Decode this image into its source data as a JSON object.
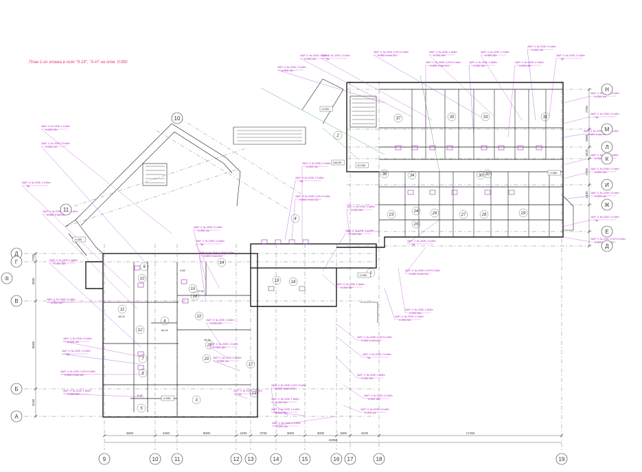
{
  "title": "План 1-го этажа в осях \"9-19\", \"А-Н\" на отм. 0.000",
  "colors": {
    "wall": "#1c1c1c",
    "annotation": "#b020c0",
    "leader": "#8a3fe0",
    "title": "#e0406a",
    "green": "#2e9e3a",
    "fixture": "#9a30b0",
    "dim": "#333333"
  },
  "bottom_axes": [
    "9",
    "10",
    "11",
    "12",
    "13",
    "14",
    "15",
    "16",
    "17",
    "18",
    "19"
  ],
  "bottom_dims": [
    "4800",
    "2400",
    "6000",
    "1200",
    "2700",
    "3000",
    "3000",
    "1800",
    "3100",
    "17150"
  ],
  "bottom_total": "43350",
  "left_axes": [
    "Д",
    "Г",
    "В",
    "Б",
    "А"
  ],
  "left_dims": [
    "2700",
    "4000",
    "8500",
    "3100"
  ],
  "right_axes": [
    "Н",
    "М",
    "Л",
    "К",
    "И",
    "Ж",
    "Е",
    "Д"
  ],
  "right_dims": [
    "2750",
    "2800",
    "3420",
    "2750",
    "1400"
  ],
  "room_numbers": [
    "1",
    "2",
    "3",
    "4",
    "5",
    "6",
    "7",
    "8",
    "9",
    "10",
    "11",
    "12",
    "13",
    "14",
    "15",
    "16",
    "17",
    "18",
    "19",
    "20",
    "21",
    "22",
    "23",
    "24",
    "25",
    "26",
    "27",
    "28",
    "29",
    "30",
    "31",
    "32",
    "33",
    "34",
    "35",
    "36",
    "37"
  ],
  "levels": [
    "-0.020",
    "-0.050",
    "±0.000",
    "248.09",
    "-0.050",
    "-0.050",
    "-0.050"
  ],
  "areas": [
    "22.51",
    "16.41",
    "64.41",
    "18.21",
    "6.42",
    "4.82"
  ],
  "ann_main": [
    "2ШР; 3; № 2208; 1.5 кВт",
    "2ШР; 3; № 2208; 0.5 кВт",
    "2ШР; 3; № 2208; 2.5 кВт",
    "2ШР; 3; № 2208; 0.25+0.5 кВт",
    "2ШР; 3; № 2208; 1.5кВт"
  ],
  "ann_sub": [
    "h=900; В/п",
    "h=300; в/п",
    "Тф",
    "h=900; в пол 114",
    "h=300; В/п"
  ],
  "wall_circle": "⑤"
}
